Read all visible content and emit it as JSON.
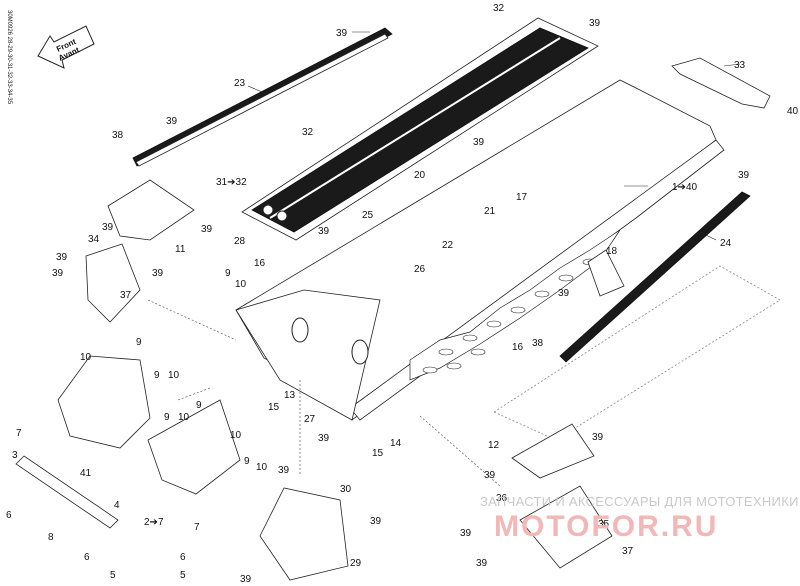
{
  "diagram": {
    "doc_code": "30M0926 28-29-30-31-32-33-34-35",
    "front_label_1": "Front",
    "front_label_2": "Avant",
    "labels": {
      "l32a": "32",
      "l39a": "39",
      "l39b": "39",
      "l23": "23",
      "l33": "33",
      "l40": "40",
      "l38a": "38",
      "l39c": "39",
      "l32b": "32",
      "l39d": "39",
      "l20": "20",
      "l17": "17",
      "l1to40": "1➔40",
      "l31to32": "31➔32",
      "l39e": "39",
      "l39f": "39",
      "l25": "25",
      "l21": "21",
      "l22": "22",
      "l24": "24",
      "l28": "28",
      "l34": "34",
      "l11": "11",
      "l39g": "39",
      "l39h": "39",
      "l16a": "16",
      "l9a": "9",
      "l10a": "10",
      "l26": "26",
      "l18": "18",
      "l39i": "39",
      "l39j": "39",
      "l39k": "39",
      "l37a": "37",
      "l38b": "38",
      "l16b": "16",
      "l10b": "10",
      "l9b": "9",
      "l9c": "9",
      "l10c": "10",
      "l9d": "9",
      "l10d": "10",
      "l9e": "9",
      "l10e": "10",
      "l13": "13",
      "l15a": "15",
      "l27": "27",
      "l39l": "39",
      "l14": "14",
      "l15b": "15",
      "l12": "12",
      "l39m": "39",
      "l39n": "39",
      "l7a": "7",
      "l3": "3",
      "l41": "41",
      "l9f": "9",
      "l10f": "10",
      "l4": "4",
      "l6a": "6",
      "l8": "8",
      "l6b": "6",
      "l5a": "5",
      "l2to7": "2➔7",
      "l7b": "7",
      "l39o": "39",
      "l30": "30",
      "l39p": "39",
      "l29": "29",
      "l36": "36",
      "l35": "35",
      "l37b": "37",
      "l39q": "39",
      "l39r": "39",
      "l6c": "6",
      "l5b": "5",
      "l39s": "39",
      "l39t": "39"
    },
    "watermark_text": "ЗАПЧАСТИ И АКСЕССУАРЫ ДЛЯ МОТОТЕХНИКИ",
    "watermark_logo": "MOTOFOR.RU"
  }
}
